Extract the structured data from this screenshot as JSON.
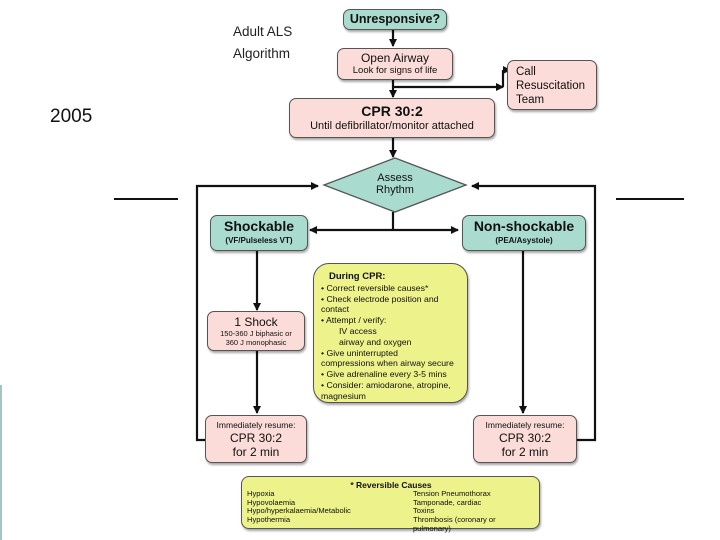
{
  "slide": {
    "year": "2005",
    "title_lines": [
      "Adult ALS",
      "Algorithm"
    ]
  },
  "colors": {
    "decision_fill": "#a9dccf",
    "action_fill": "#fbdcd8",
    "note_fill": "#edf28a",
    "arrow": "#111111"
  },
  "nodes": {
    "unresponsive": {
      "label": "Unresponsive?"
    },
    "open_airway": {
      "label": "Open Airway",
      "sub": "Look for signs of life"
    },
    "call_team": {
      "lines": [
        "Call",
        "Resuscitation",
        "Team"
      ]
    },
    "cpr_initial": {
      "label": "CPR 30:2",
      "sub": "Until defibrillator/monitor attached"
    },
    "assess": {
      "lines": [
        "Assess",
        "Rhythm"
      ]
    },
    "shockable": {
      "label": "Shockable",
      "sub": "(VF/Pulseless VT)"
    },
    "non_shockable": {
      "label": "Non-shockable",
      "sub": "(PEA/Asystole)"
    },
    "one_shock": {
      "label": "1 Shock",
      "lines": [
        "150-360 J biphasic or",
        "360 J monophasic"
      ]
    },
    "resume_left": {
      "header": "Immediately resume:",
      "lines": [
        "CPR 30:2",
        "for 2 min"
      ]
    },
    "resume_right": {
      "header": "Immediately resume:",
      "lines": [
        "CPR 30:2",
        "for 2 min"
      ]
    }
  },
  "during_cpr": {
    "title": "During CPR:",
    "lines": [
      "• Correct reversible causes*",
      "• Check electrode position and",
      "contact",
      "• Attempt / verify:",
      "IV access",
      "airway and oxygen",
      "• Give uninterrupted",
      "compressions when airway secure",
      "• Give adrenaline every 3-5 mins",
      "• Consider: amiodarone, atropine,",
      "magnesium"
    ]
  },
  "reversible_causes": {
    "title": "* Reversible Causes",
    "left": [
      "Hypoxia",
      "Hypovolaemia",
      "Hypo/hyperkalaemia/Metabolic",
      "Hypothermia"
    ],
    "right": [
      "Tension Pneumothorax",
      "Tamponade, cardiac",
      "Toxins",
      "Thrombosis (coronary or pulmonary)"
    ]
  }
}
